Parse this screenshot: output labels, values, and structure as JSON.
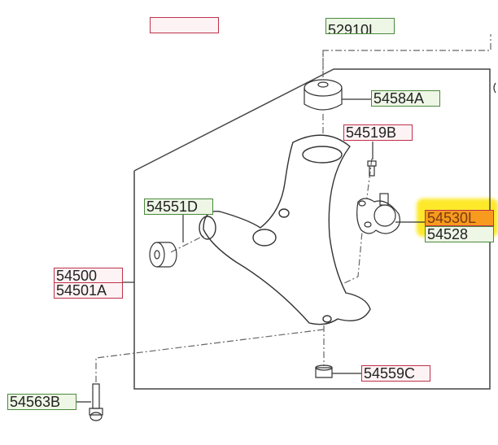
{
  "diagram": {
    "parts": {
      "top_left_partial": "",
      "top_partial": "52910L",
      "bushing_upper": "54584A",
      "bolt_small": "54519B",
      "bushing_front": "54551D",
      "ball_joint": "54530L",
      "ball_joint_alt": "54528",
      "arm_assy": "54500",
      "arm_assy_alt": "54501A",
      "nut": "54559C",
      "bolt_long": "54563B"
    },
    "highlight_color": "#fde92a",
    "selected_color": "#f79a1e"
  }
}
